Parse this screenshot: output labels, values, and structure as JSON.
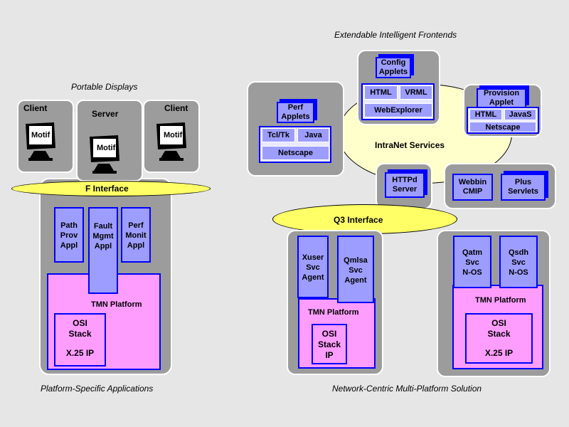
{
  "captions": {
    "portable_displays": "Portable Displays",
    "platform_specific": "Platform-Specific Applications",
    "extendable_frontends": "Extendable Intelligent Frontends",
    "network_centric": "Network-Centric Multi-Platform Solution"
  },
  "left": {
    "client_left": "Client",
    "server": "Server",
    "client_right": "Client",
    "monitor_label": "Motif",
    "f_interface": "F Interface",
    "apps": [
      {
        "l1": "Path",
        "l2": "Prov",
        "l3": "Appl"
      },
      {
        "l1": "Fault",
        "l2": "Mgmt",
        "l3": "Appl"
      },
      {
        "l1": "Perf",
        "l2": "Monit",
        "l3": "Appl"
      }
    ],
    "tmn_platform": "TMN Platform",
    "osi_l1": "OSI",
    "osi_l2": "Stack",
    "osi_l3": "X.25  IP"
  },
  "right": {
    "intranet_services": "IntraNet Services",
    "perf_applets_l1": "Perf",
    "perf_applets_l2": "Applets",
    "tcltk": "Tcl/Tk",
    "java": "Java",
    "netscape": "Netscape",
    "config_applets_l1": "Config",
    "config_applets_l2": "Applets",
    "html": "HTML",
    "vrml": "VRML",
    "webexplorer": "WebExplorer",
    "provision_l1": "Provision",
    "provision_l2": "Applet",
    "html2": "HTML",
    "javas": "JavaS",
    "netscape2": "Netscape",
    "httpd_l1": "HTTPd",
    "httpd_l2": "Server",
    "webbin_l1": "Webbin",
    "webbin_l2": "CMIP",
    "plus_l1": "Plus",
    "plus_l2": "Servlets",
    "q3_interface": "Q3 Interface",
    "xuser": {
      "l1": "Xuser",
      "l2": "Svc",
      "l3": "Agent"
    },
    "qmlsa": {
      "l1": "Qmlsa",
      "l2": "Svc",
      "l3": "Agent"
    },
    "tmn_platform_a": "TMN Platform",
    "osi_a_l1": "OSI",
    "osi_a_l2": "Stack",
    "osi_a_l3": "IP",
    "qatm": {
      "l1": "Qatm",
      "l2": "Svc",
      "l3": "N-OS"
    },
    "qsdh": {
      "l1": "Qsdh",
      "l2": "Svc",
      "l3": "N-OS"
    },
    "tmn_platform_b": "TMN Platform",
    "osi_b_l1": "OSI",
    "osi_b_l2": "Stack",
    "osi_b_l3": "X.25    IP"
  }
}
